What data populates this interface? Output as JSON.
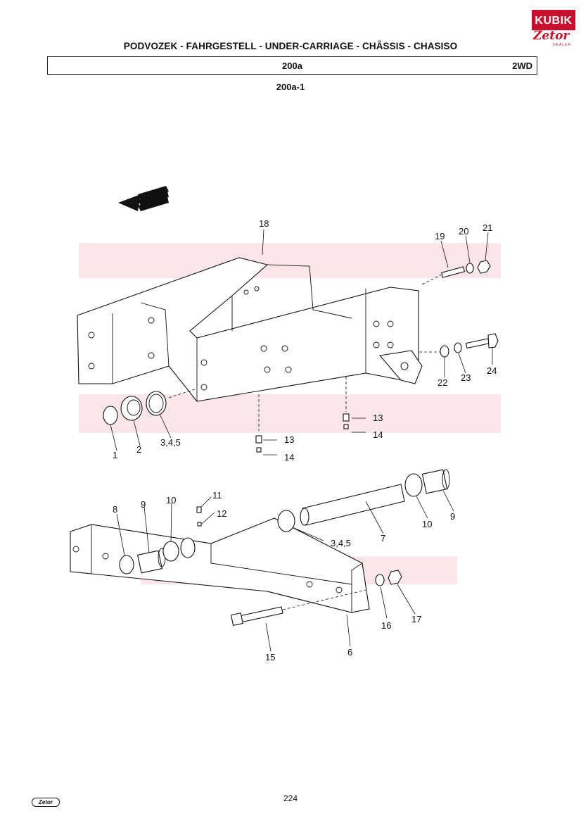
{
  "brand": {
    "name": "KUBIK",
    "sub": "Zetor",
    "dealer": "DEALER"
  },
  "header": {
    "title": "PODVOZEK - FAHRGESTELL - UNDER-CARRIAGE - CHÂSSIS - CHASISO",
    "section": "200a",
    "drive": "2WD"
  },
  "diagram": {
    "id": "200a-1",
    "labels": {
      "l1": "1",
      "l2": "2",
      "l345a": "3,4,5",
      "l6": "6",
      "l7": "7",
      "l8": "8",
      "l9a": "9",
      "l9b": "9",
      "l10a": "10",
      "l10b": "10",
      "l11": "11",
      "l12": "12",
      "l13a": "13",
      "l13b": "13",
      "l14a": "14",
      "l14b": "14",
      "l15": "15",
      "l16": "16",
      "l17": "17",
      "l18": "18",
      "l19": "19",
      "l20": "20",
      "l21": "21",
      "l22": "22",
      "l23": "23",
      "l24": "24",
      "l345b": "3,4,5"
    }
  },
  "footer": {
    "page": "224",
    "logo": "Zetor"
  }
}
